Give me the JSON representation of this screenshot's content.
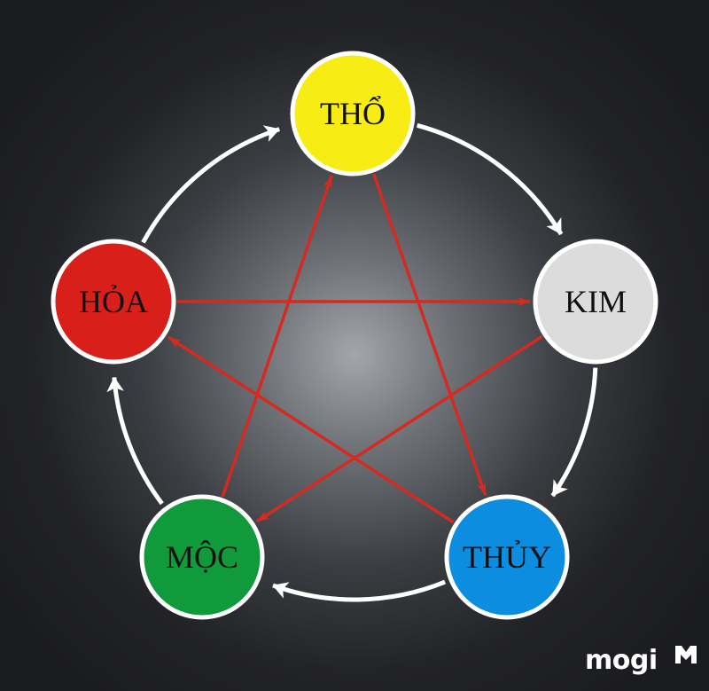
{
  "nodes": [
    {
      "id": "tho",
      "label": "THỔ",
      "color": "#f7ec13"
    },
    {
      "id": "kim",
      "label": "KIM",
      "color": "#dcdcdc"
    },
    {
      "id": "thuy",
      "label": "THỦY",
      "color": "#0c8de0"
    },
    {
      "id": "moc",
      "label": "MỘC",
      "color": "#119a3b"
    },
    {
      "id": "hoa",
      "label": "HỎA",
      "color": "#d81f1a"
    }
  ],
  "generating_cycle": [
    [
      "tho",
      "kim"
    ],
    [
      "kim",
      "thuy"
    ],
    [
      "thuy",
      "moc"
    ],
    [
      "moc",
      "hoa"
    ],
    [
      "hoa",
      "tho"
    ]
  ],
  "overcoming_cycle": [
    [
      "moc",
      "tho"
    ],
    [
      "tho",
      "thuy"
    ],
    [
      "thuy",
      "hoa"
    ],
    [
      "hoa",
      "kim"
    ],
    [
      "kim",
      "moc"
    ]
  ],
  "colors": {
    "generating_arrow": "#ffffff",
    "overcoming_arrow": "#d42a22",
    "node_border": "#ffffff"
  },
  "logo": {
    "text": "mogi",
    "mark": "M"
  }
}
